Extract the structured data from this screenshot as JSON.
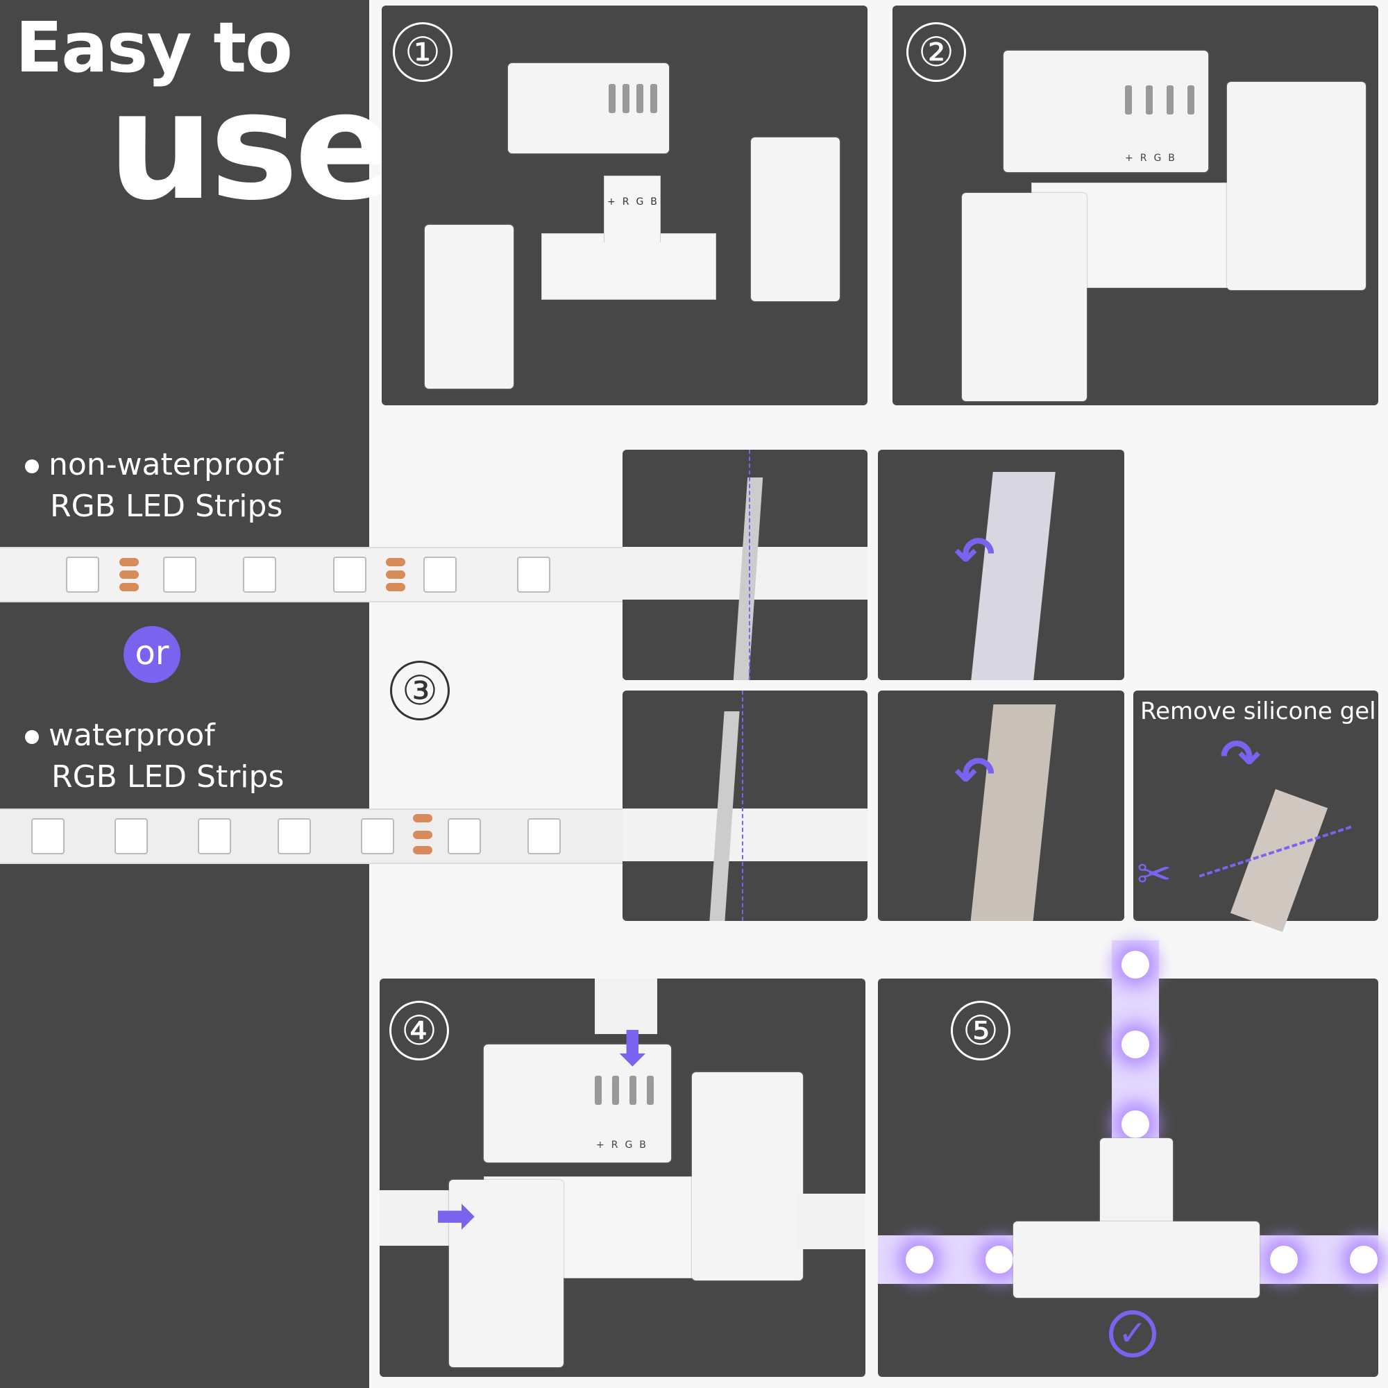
{
  "header": {
    "title_line1": "Easy to",
    "title_line2": "use"
  },
  "left_panel": {
    "option1": {
      "line1": "non-waterproof",
      "line2": "RGB LED Strips"
    },
    "or_label": "or",
    "option2": {
      "line1": "waterproof",
      "line2": "RGB LED Strips"
    }
  },
  "steps": {
    "step1": {
      "number": "①",
      "pin_labels": "+RGB"
    },
    "step2": {
      "number": "②",
      "pin_labels": "+RGB"
    },
    "step3": {
      "number": "③",
      "caption": "Remove silicone gel"
    },
    "step4": {
      "number": "④",
      "pin_labels": "+RGB"
    },
    "step5": {
      "number": "⑤",
      "check_icon": "check-circle-icon"
    }
  },
  "colors": {
    "panel_bg": "#474747",
    "accent": "#7a63ee",
    "copper": "#d98a5a",
    "led_glow": "#b18cff"
  }
}
